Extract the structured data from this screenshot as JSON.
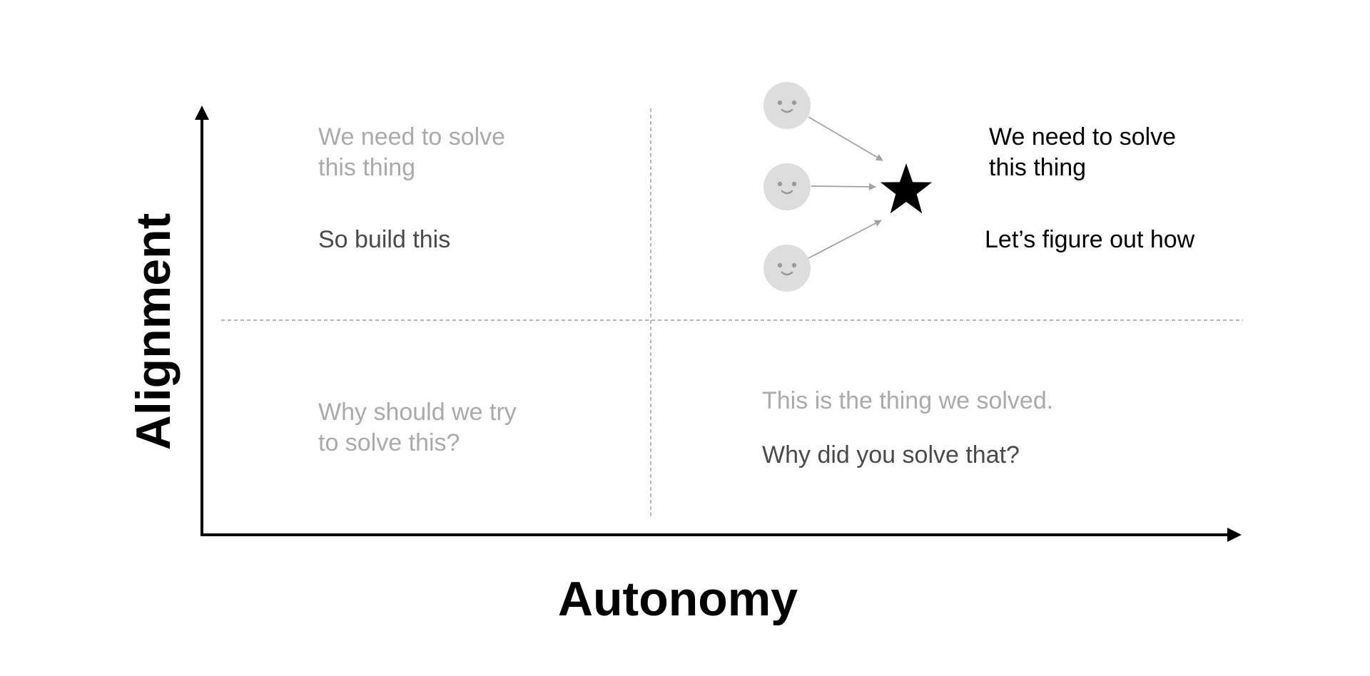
{
  "axes": {
    "x_label": "Autonomy",
    "y_label": "Alignment"
  },
  "quadrants": {
    "top_left": {
      "problem_line1": "We need to solve",
      "problem_line2": "this thing",
      "message": "So build this"
    },
    "top_right": {
      "problem_line1": "We need to solve",
      "problem_line2": "this thing",
      "message": "Let’s figure out how"
    },
    "bottom_left": {
      "message_line1": "Why should we try",
      "message_line2": "to solve this?"
    },
    "bottom_right": {
      "statement": "This is the thing we solved.",
      "message": "Why did you solve that?"
    }
  },
  "team": {
    "member_count": 3,
    "face_color": "#dddddd",
    "feature_color": "#9a9a9a",
    "goal_icon": "star-icon"
  },
  "colors": {
    "axis": "#000000",
    "divider": "#b5b5b5",
    "arrow": "#a3a3a3",
    "muted_text": "#aaaaaa",
    "dark_text": "#4a4a4a",
    "emphasis_text": "#000000"
  }
}
